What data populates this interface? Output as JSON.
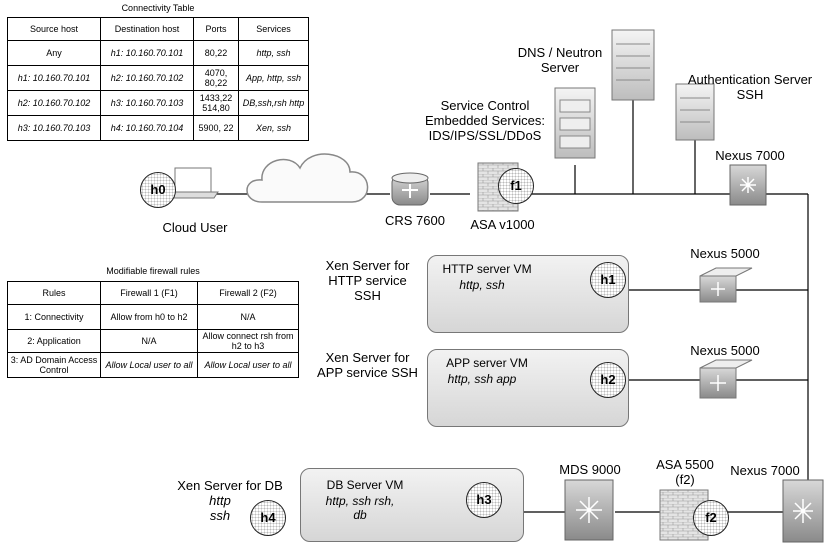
{
  "connectivity_table": {
    "title": "Connectivity Table",
    "headers": [
      "Source host",
      "Destination host",
      "Ports",
      "Services"
    ],
    "rows": [
      [
        "Any",
        "h1: 10.160.70.101",
        "80,22",
        "http, ssh"
      ],
      [
        "h1: 10.160.70.101",
        "h2: 10.160.70.102",
        "4070, 80,22",
        "App, http, ssh"
      ],
      [
        "h2: 10.160.70.102",
        "h3: 10.160.70.103",
        "1433,22 514,80",
        "DB,ssh,rsh http"
      ],
      [
        "h3: 10.160.70.103",
        "h4: 10.160.70.104",
        "5900, 22",
        "Xen, ssh"
      ]
    ]
  },
  "firewall_table": {
    "title": "Modifiable firewall rules",
    "headers": [
      "Rules",
      "Firewall 1 (F1)",
      "Firewall 2 (F2)"
    ],
    "rows": [
      [
        "1: Connectivity",
        "Allow from h0 to h2",
        "N/A"
      ],
      [
        "2: Application",
        "N/A",
        "Allow connect rsh from h2 to h3"
      ],
      [
        "3: AD Domain Access Control",
        "Allow Local user to all",
        "Allow Local user to all"
      ]
    ]
  },
  "labels": {
    "dns": "DNS / Neutron Server",
    "auth": "Authentication Server SSH",
    "service_control": "Service Control Embedded Services: IDS/IPS/SSL/DDoS",
    "nexus7000_top": "Nexus 7000",
    "nexus5000_a": "Nexus 5000",
    "nexus5000_b": "Nexus 5000",
    "nexus7000_bottom": "Nexus 7000",
    "cloud_user": "Cloud User",
    "crs": "CRS 7600",
    "asa_v": "ASA v1000",
    "xen_http": "Xen Server for HTTP service SSH",
    "xen_app": "Xen Server for APP service SSH",
    "xen_db": "Xen Server for DB",
    "xen_db_services": "http ssh",
    "mds": "MDS 9000",
    "asa5500": "ASA 5500 (f2)"
  },
  "vms": {
    "http_title": "HTTP server VM",
    "http_services": "http, ssh",
    "app_title": "APP server VM",
    "app_services": "http, ssh app",
    "db_title": "DB Server VM",
    "db_services": "http, ssh rsh, db"
  },
  "nodes": {
    "h0": "h0",
    "f1": "f1",
    "h1": "h1",
    "h2": "h2",
    "h3": "h3",
    "h4": "h4",
    "f2": "f2"
  }
}
